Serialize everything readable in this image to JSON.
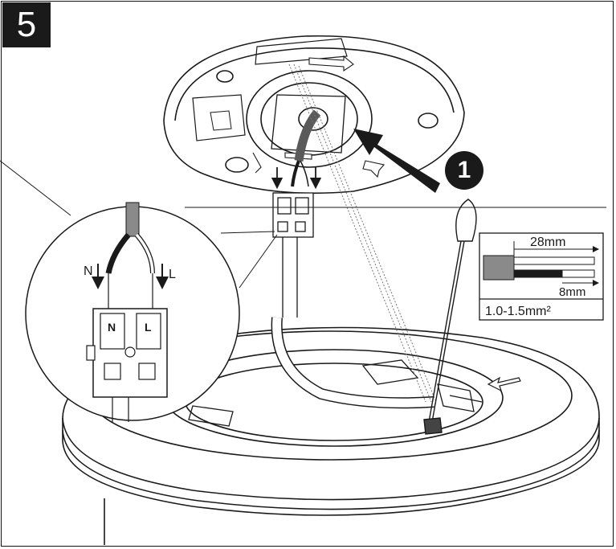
{
  "step": {
    "number": "5"
  },
  "callout": {
    "number": "1"
  },
  "detail": {
    "neutral_label": "N",
    "live_label": "L",
    "terminal_n": "N",
    "terminal_l": "L"
  },
  "wire_spec": {
    "strip_length_outer": "28mm",
    "strip_length_inner": "8mm",
    "cross_section": "1.0-1.5mm²"
  },
  "colors": {
    "ink": "#1a1a1a",
    "wire_grey": "#8a8a8a",
    "background": "#ffffff"
  }
}
